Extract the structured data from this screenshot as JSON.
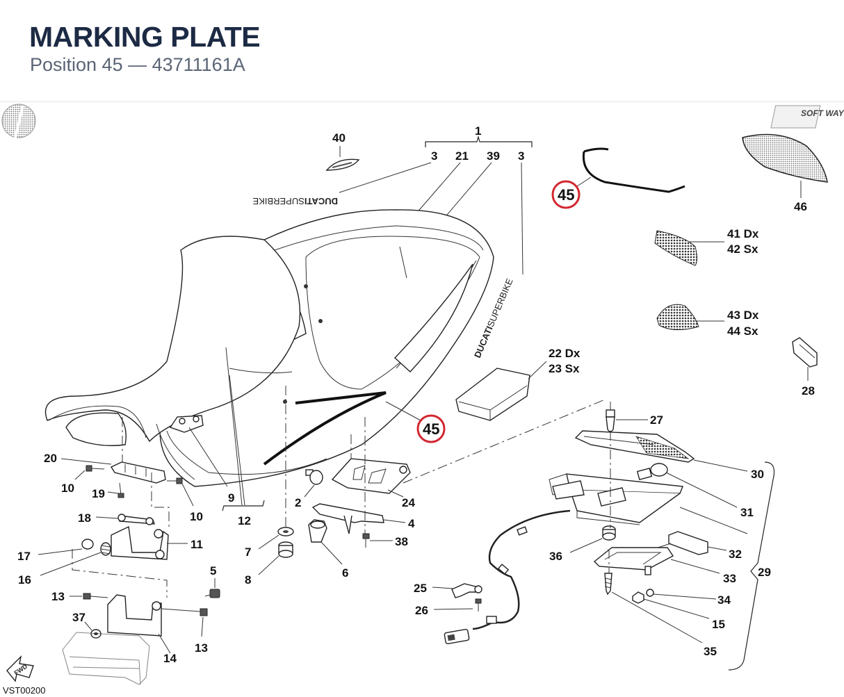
{
  "header": {
    "title": "MARKING PLATE",
    "subtitle": "Position 45 — 43711161A"
  },
  "diagram": {
    "code": "VST00200",
    "logo_text": "SOFT WAY",
    "fwd_text": "FWD",
    "decal_brand": "DUCATI",
    "decal_model": "SUPERBIKE",
    "highlight_position": "45",
    "labels": {
      "p1": "1",
      "p2": "2",
      "p3a": "3",
      "p3b": "3",
      "p4": "4",
      "p5": "5",
      "p6": "6",
      "p7": "7",
      "p8": "8",
      "p9": "9",
      "p10a": "10",
      "p10b": "10",
      "p11": "11",
      "p12": "12",
      "p13a": "13",
      "p13b": "13",
      "p14": "14",
      "p15": "15",
      "p16": "16",
      "p17": "17",
      "p18": "18",
      "p19": "19",
      "p20": "20",
      "p21": "21",
      "p22": "22 Dx",
      "p23": "23 Sx",
      "p24": "24",
      "p25": "25",
      "p26": "26",
      "p27": "27",
      "p28": "28",
      "p29": "29",
      "p30": "30",
      "p31": "31",
      "p32": "32",
      "p33": "33",
      "p34": "34",
      "p35": "35",
      "p36": "36",
      "p37": "37",
      "p38": "38",
      "p39": "39",
      "p40": "40",
      "p41": "41 Dx",
      "p42": "42 Sx",
      "p43": "43 Dx",
      "p44": "44 Sx",
      "p46": "46"
    }
  }
}
